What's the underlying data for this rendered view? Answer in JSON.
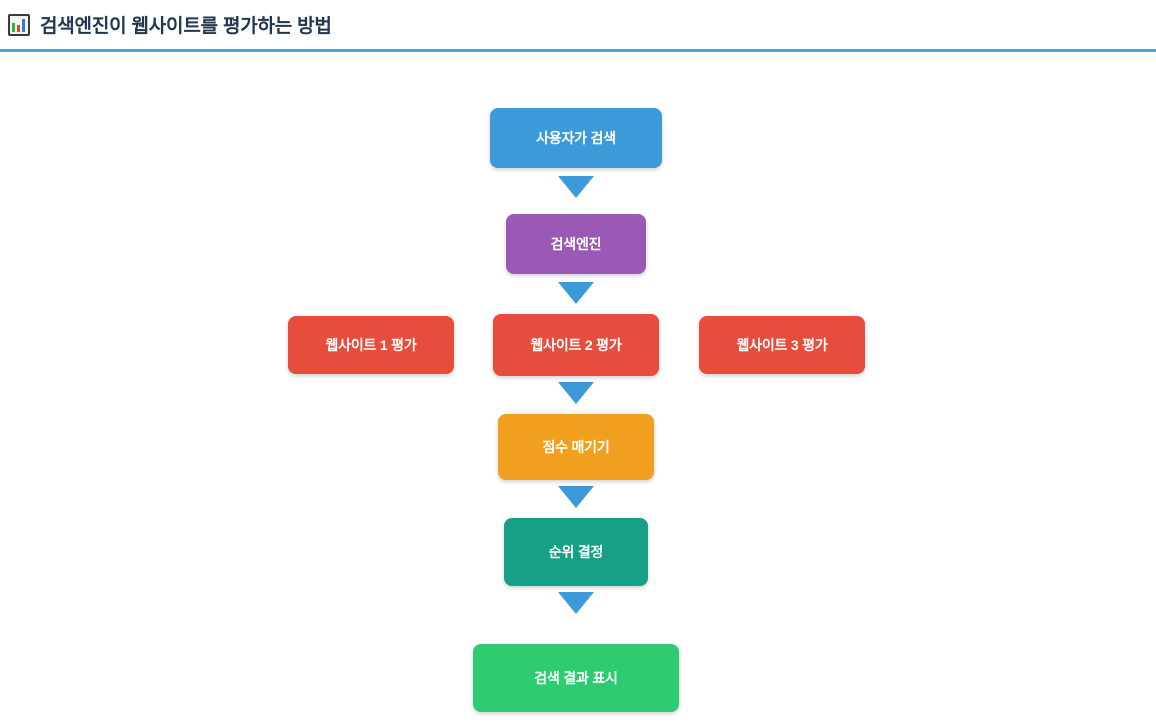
{
  "header": {
    "icon": "bar-chart-icon",
    "title": "검색엔진이 웹사이트를 평가하는 방법",
    "rule_color": "#4aa3df",
    "title_color": "#21364f"
  },
  "diagram": {
    "type": "flowchart",
    "orientation": "top-to-bottom",
    "arrow_color": "#3d9ad8",
    "nodes": [
      {
        "id": "user-search",
        "label": "사용자가 검색",
        "color": "#3d9ad8",
        "text_color": "#ffffff",
        "row": 1,
        "column": "center"
      },
      {
        "id": "search-engine",
        "label": "검색엔진",
        "color": "#9b59b6",
        "text_color": "#ffffff",
        "row": 2,
        "column": "center"
      },
      {
        "id": "eval-1",
        "label": "웹사이트 1 평가",
        "color": "#e74c3c",
        "text_color": "#ffffff",
        "row": 3,
        "column": "left"
      },
      {
        "id": "eval-2",
        "label": "웹사이트 2 평가",
        "color": "#e74c3c",
        "text_color": "#ffffff",
        "row": 3,
        "column": "center"
      },
      {
        "id": "eval-3",
        "label": "웹사이트 3 평가",
        "color": "#e74c3c",
        "text_color": "#ffffff",
        "row": 3,
        "column": "right"
      },
      {
        "id": "scoring",
        "label": "점수 매기기",
        "color": "#f0a01e",
        "text_color": "#ffffff",
        "row": 4,
        "column": "center"
      },
      {
        "id": "ranking",
        "label": "순위 결정",
        "color": "#16a085",
        "text_color": "#ffffff",
        "row": 5,
        "column": "center"
      },
      {
        "id": "show-results",
        "label": "검색 결과 표시",
        "color": "#2ecc71",
        "text_color": "#ffffff",
        "row": 6,
        "column": "center"
      }
    ],
    "arrows": [
      {
        "id": "arrow-1",
        "from": "user-search",
        "to": "search-engine"
      },
      {
        "id": "arrow-2",
        "from": "search-engine",
        "to": "eval-2"
      },
      {
        "id": "arrow-3",
        "from": "eval-2",
        "to": "scoring"
      },
      {
        "id": "arrow-4",
        "from": "scoring",
        "to": "ranking"
      },
      {
        "id": "arrow-5",
        "from": "ranking",
        "to": "show-results"
      }
    ]
  }
}
